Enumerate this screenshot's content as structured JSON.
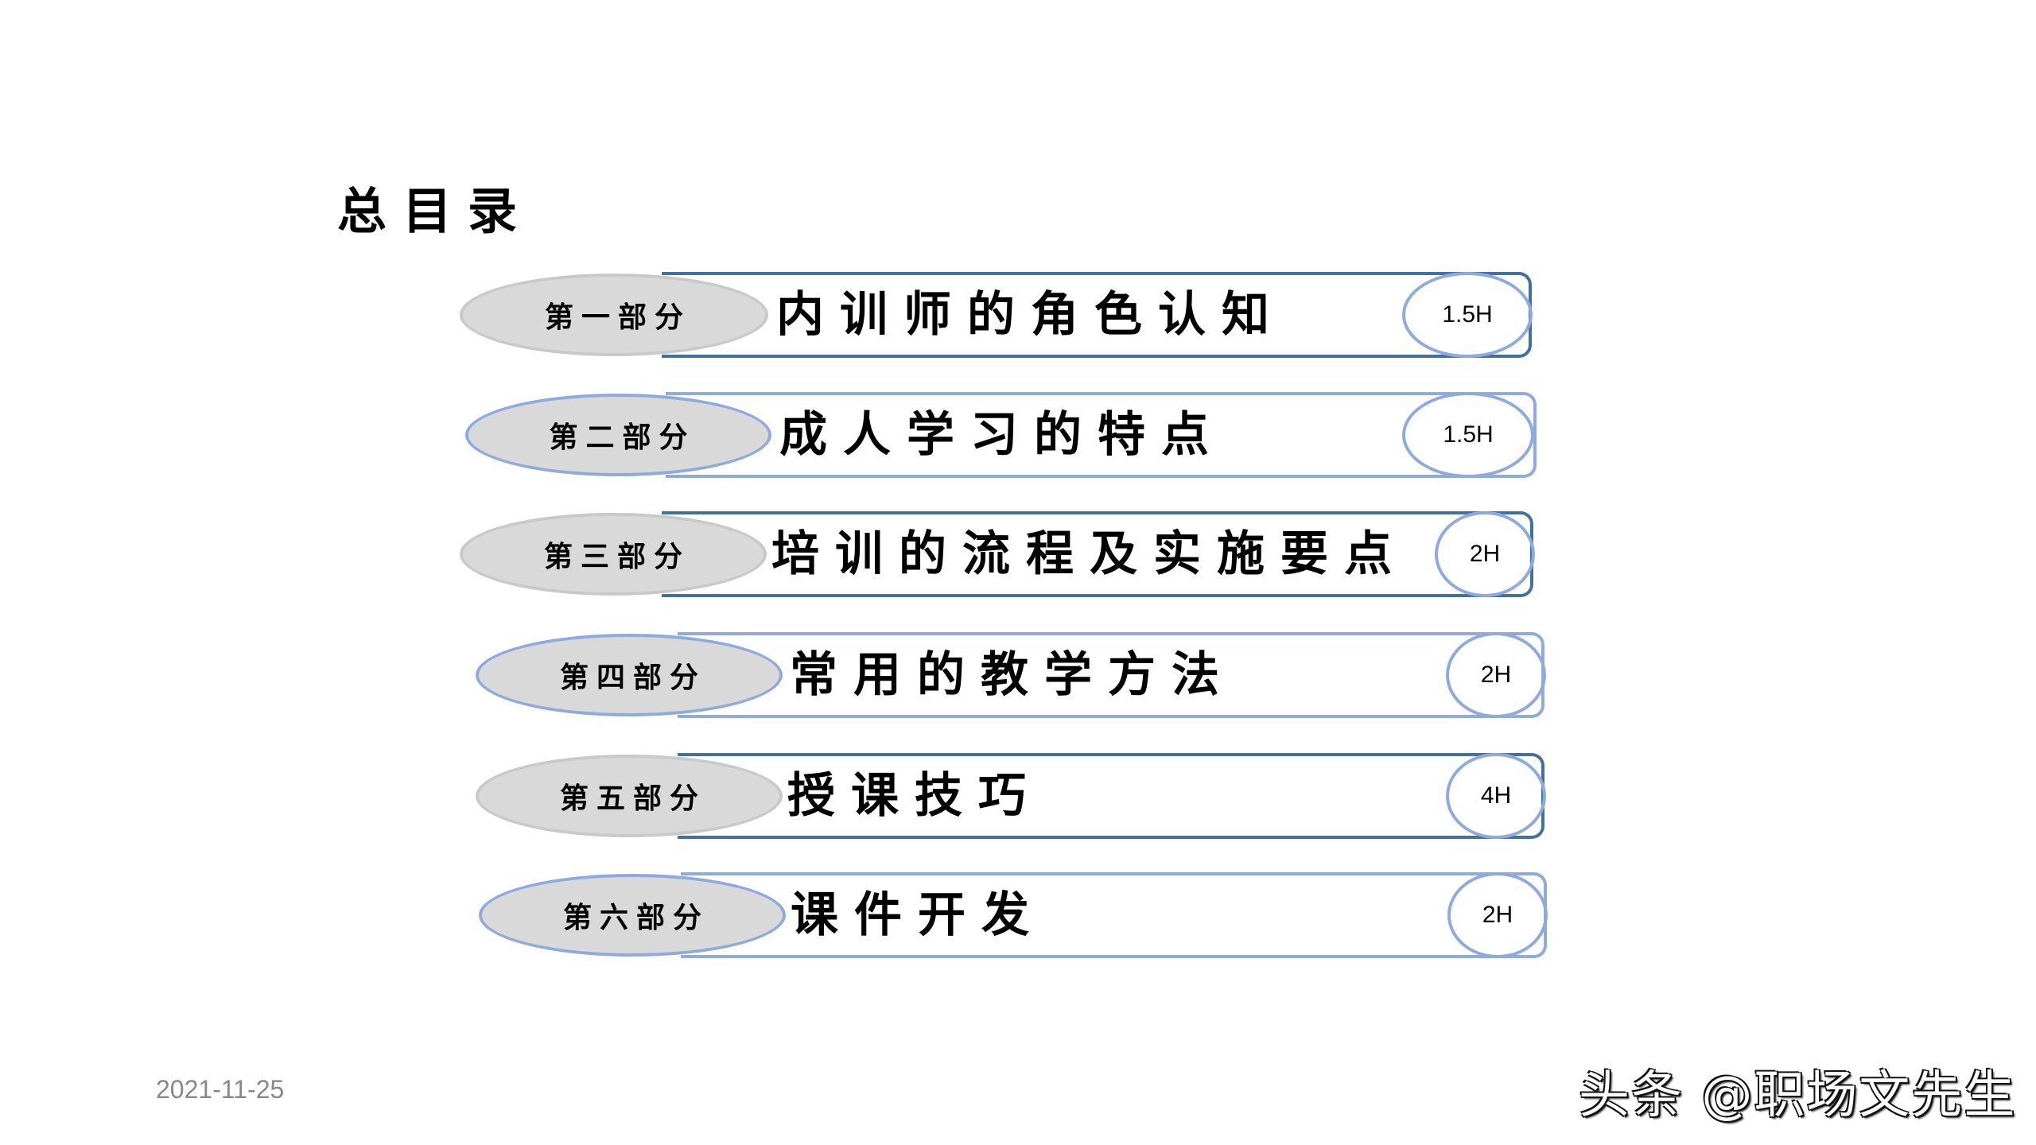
{
  "slide": {
    "title": "总目录",
    "date": "2021-11-25",
    "watermark": "头条 @职场文先生",
    "colors": {
      "dark_border": "#41719c",
      "light_border": "#8faadc",
      "oval_fill": "#d9d9d9",
      "oval_gray_border": "#c9c9c9",
      "date_text": "#888888"
    }
  },
  "sections": [
    {
      "part": "第一部分",
      "topic": "内训师的角色认知",
      "hours": "1.5H",
      "style": "dark"
    },
    {
      "part": "第二部分",
      "topic": "成人学习的特点",
      "hours": "1.5H",
      "style": "light"
    },
    {
      "part": "第三部分",
      "topic": "培训的流程及实施要点",
      "hours": "2H",
      "style": "dark"
    },
    {
      "part": "第四部分",
      "topic": "常用的教学方法",
      "hours": "2H",
      "style": "light"
    },
    {
      "part": "第五部分",
      "topic": "授课技巧",
      "hours": "4H",
      "style": "dark"
    },
    {
      "part": "第六部分",
      "topic": "课件开发",
      "hours": "2H",
      "style": "light"
    }
  ]
}
